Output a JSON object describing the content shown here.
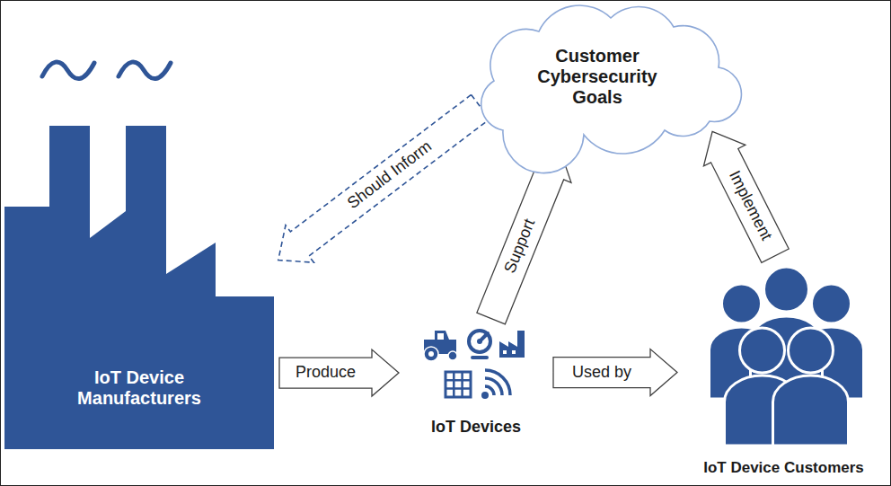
{
  "diagram": {
    "nodes": [
      {
        "text": [
          "IoT Device Manufacturers"
        ]
      },
      {
        "text": [
          "IoT Devices"
        ]
      },
      {
        "text": [
          "IoT Device Customers"
        ]
      },
      {
        "text": [
          "Customer Cybersecurity Goals"
        ]
      }
    ],
    "edges": [
      {
        "from": 0,
        "to": 1,
        "label": "Produce",
        "arrow": "to"
      },
      {
        "from": 1,
        "to": 2,
        "label": "Used by",
        "arrow": "to"
      },
      {
        "from": 1,
        "to": 3,
        "label": "Support",
        "arrow": "to"
      },
      {
        "from": 2,
        "to": 3,
        "label": "Implement",
        "arrow": "to"
      },
      {
        "from": 3,
        "to": 0,
        "label": "Should Inform",
        "arrow": "to"
      }
    ]
  }
}
